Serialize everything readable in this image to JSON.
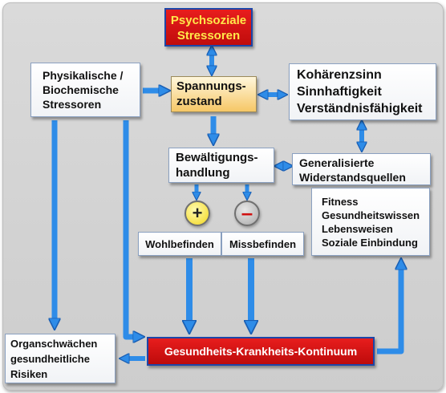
{
  "diagram": {
    "psychosoziale": [
      "Psychsoziale",
      "Stressoren"
    ],
    "physikalische": [
      "Physikalische /",
      "Biochemische",
      "Stressoren"
    ],
    "spannungszustand": [
      "Spannungs-",
      "zustand"
    ],
    "kohaerenz": [
      "Kohärenzsinn",
      "Sinnhaftigkeit",
      "Verständnisfähigkeit"
    ],
    "bewaeltigung": [
      "Bewältigungs-",
      "handlung"
    ],
    "generalisierte": [
      "Generalisierte",
      "Widerstandsquellen"
    ],
    "ressourcen": [
      "Fitness",
      "Gesundheitswissen",
      "Lebensweisen",
      "Soziale Einbindung"
    ],
    "plus_symbol": "+",
    "minus_symbol": "–",
    "wohlbefinden": "Wohlbefinden",
    "missbefinden": "Missbefinden",
    "organschwaechen": [
      "Organschwächen",
      "gesundheitliche",
      "Risiken"
    ],
    "kontinuum": "Gesundheits-Krankheits-Kontinuum"
  },
  "colors": {
    "arrow_fill": "#2e8ce8",
    "arrow_stroke": "#1a5fb4",
    "red_box": "#d61414",
    "yellow_text": "#ffe84a",
    "orange_box": "#f6c766"
  }
}
